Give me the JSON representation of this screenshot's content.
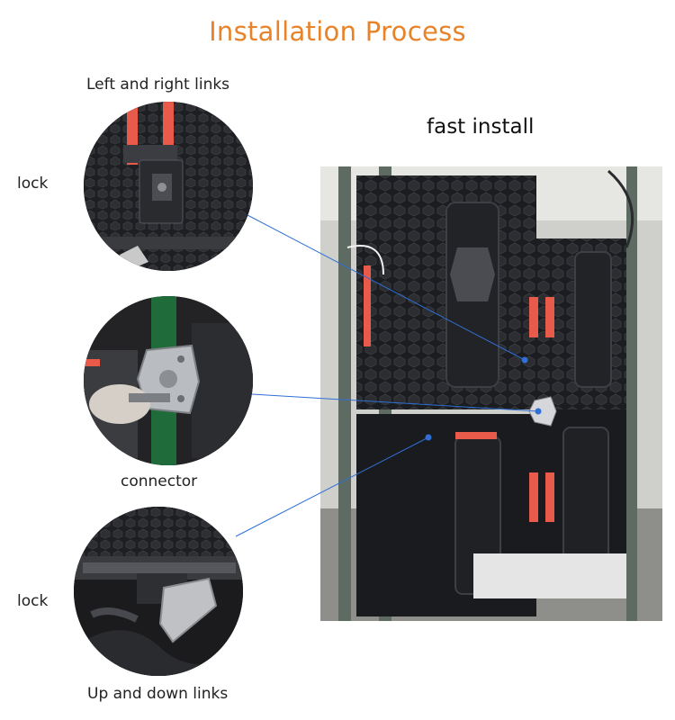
{
  "title": "Installation Process",
  "accent_color": "#e8832a",
  "line_color": "#2f6fd6",
  "labels": {
    "top_links": "Left and right links",
    "lock_top": "lock",
    "connector": "connector",
    "lock_bottom": "lock",
    "bottom_links": "Up and down links",
    "fast_install": "fast install"
  }
}
